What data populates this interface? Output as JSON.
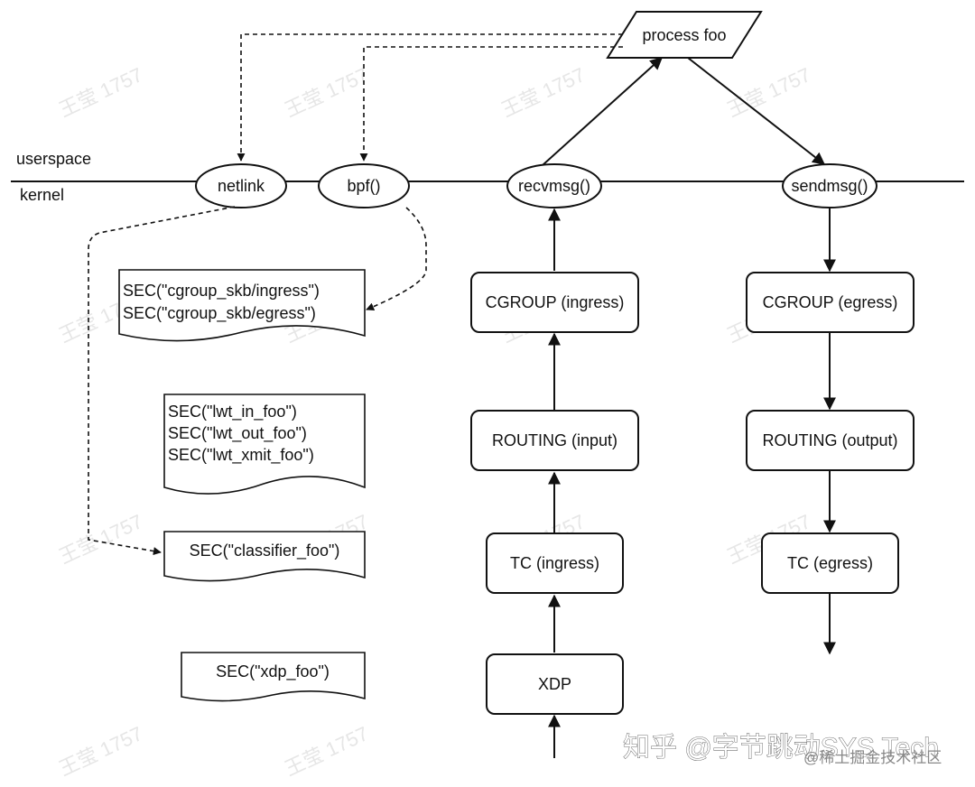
{
  "regions": {
    "userspace": "userspace",
    "kernel": "kernel"
  },
  "userspace": {
    "process": "process foo"
  },
  "syscalls": {
    "netlink": "netlink",
    "bpf": "bpf()",
    "recvmsg": "recvmsg()",
    "sendmsg": "sendmsg()"
  },
  "ingress_path": {
    "cgroup": "CGROUP (ingress)",
    "routing": "ROUTING (input)",
    "tc": "TC (ingress)",
    "xdp": "XDP"
  },
  "egress_path": {
    "cgroup": "CGROUP (egress)",
    "routing": "ROUTING (output)",
    "tc": "TC (egress)"
  },
  "sections": {
    "cgroup": [
      "SEC(\"cgroup_skb/ingress\")",
      "SEC(\"cgroup_skb/egress\")"
    ],
    "lwt": [
      "SEC(\"lwt_in_foo\")",
      "SEC(\"lwt_out_foo\")",
      "SEC(\"lwt_xmit_foo\")"
    ],
    "classifier": "SEC(\"classifier_foo\")",
    "xdp": "SEC(\"xdp_foo\")"
  },
  "watermarks": {
    "tile": "王莹 1757",
    "brand": "知乎 @字节跳动SYS Tech",
    "community": "@稀土掘金技术社区"
  }
}
